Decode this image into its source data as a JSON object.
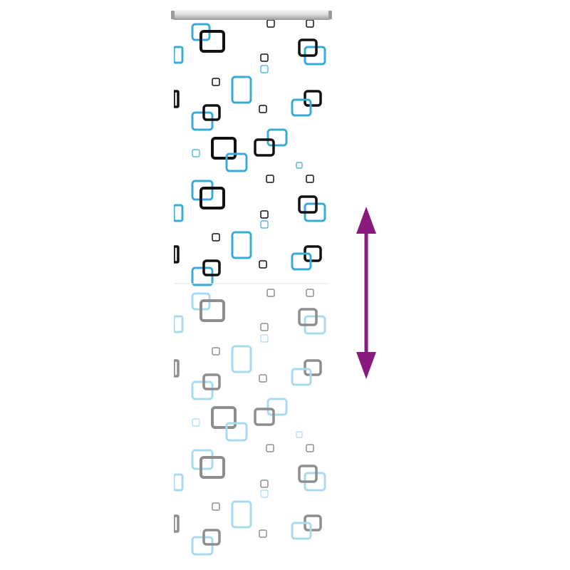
{
  "product": {
    "name": "roller-blind",
    "pattern": "squares",
    "lower_half_state": "translucent-preview"
  },
  "colors": {
    "background": "#ffffff",
    "fabric": "#ffffff",
    "roller_tube": "#dcdcdc",
    "roller_tube_highlight": "#f4f4f4",
    "roller_end_cap": "#9a9a9a",
    "square_black": "#111111",
    "square_blue": "#3aaad6",
    "square_gray": "#8e8e8e",
    "square_light_blue": "#a9dbee",
    "arrow": "#8b1a7e"
  },
  "icons": {
    "resize": "double-arrow-vertical-icon"
  },
  "sections": [
    {
      "name": "upper-blind-panel",
      "opacity": 1.0
    },
    {
      "name": "lower-blind-panel",
      "opacity": 0.55
    }
  ]
}
